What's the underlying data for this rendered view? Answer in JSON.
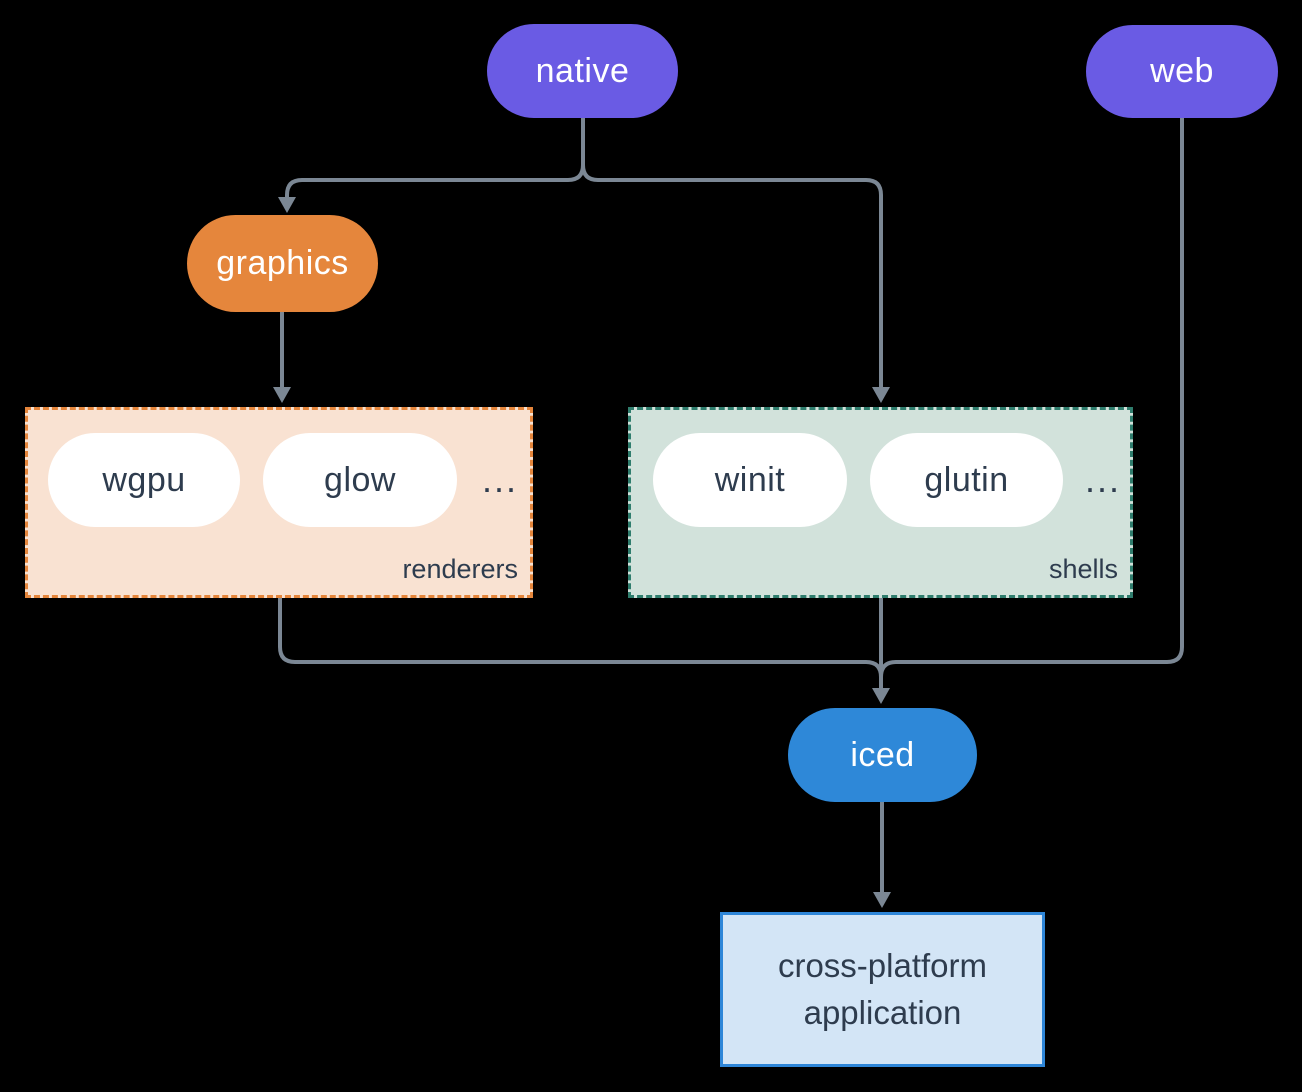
{
  "diagram": {
    "nodes": {
      "native": {
        "label": "native"
      },
      "web": {
        "label": "web"
      },
      "graphics": {
        "label": "graphics"
      },
      "iced": {
        "label": "iced"
      },
      "application": {
        "label": "cross-platform\napplication"
      }
    },
    "groups": {
      "renderers": {
        "label": "renderers",
        "items": [
          "wgpu",
          "glow"
        ],
        "ellipsis": "..."
      },
      "shells": {
        "label": "shells",
        "items": [
          "winit",
          "glutin"
        ],
        "ellipsis": "..."
      }
    },
    "colors": {
      "background": "#000000",
      "purple": "#6a5be4",
      "orange": "#e5863c",
      "blue": "#2e88d8",
      "renderers_bg": "#f9e2d2",
      "renderers_border": "#e5863c",
      "shells_bg": "#d2e2db",
      "shells_border": "#2f7d6d",
      "app_bg": "#d3e5f6",
      "app_border": "#2e86d8",
      "connector": "#7b8794",
      "dark_text": "#2e3c4e",
      "light_text": "#ffffff"
    }
  }
}
